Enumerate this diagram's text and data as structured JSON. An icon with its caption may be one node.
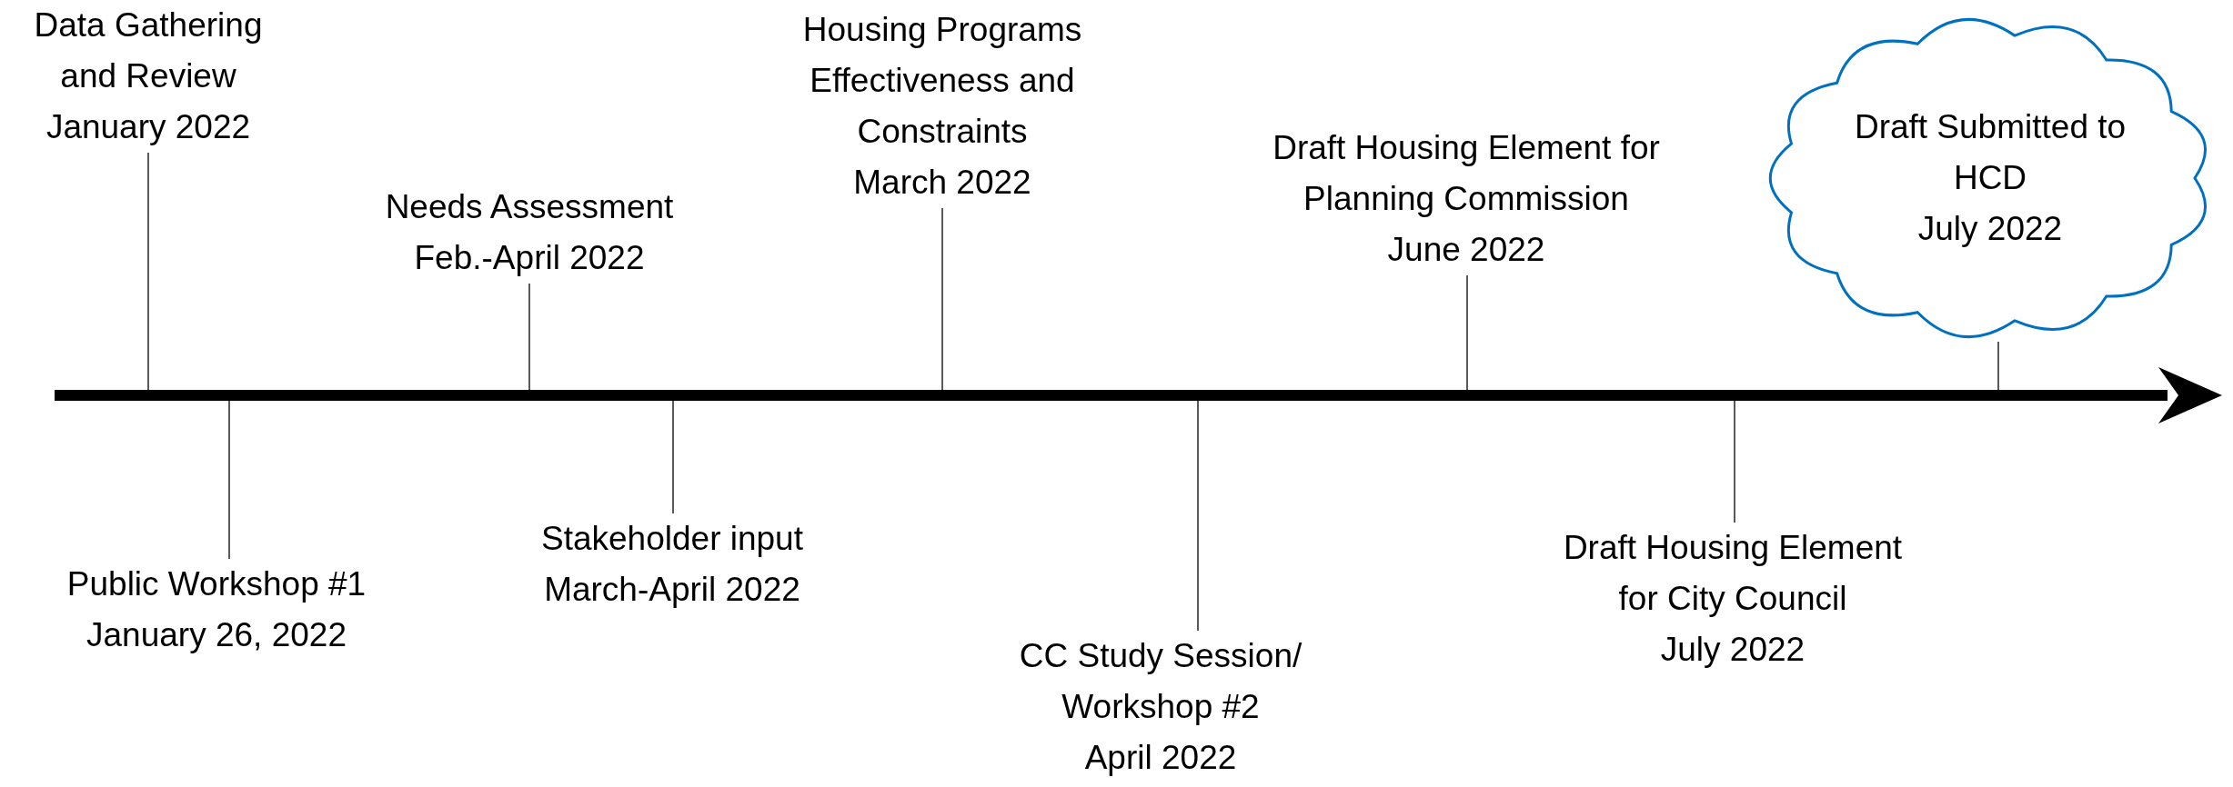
{
  "diagram": {
    "nodes": [
      {
        "text": [
          "Data Gathering and Review",
          "January 2022"
        ]
      },
      {
        "text": [
          "Public Workshop #1",
          "January 26, 2022"
        ]
      },
      {
        "text": [
          "Needs Assessment",
          "Feb.-April 2022"
        ]
      },
      {
        "text": [
          "Stakeholder input",
          "March-April 2022"
        ]
      },
      {
        "text": [
          "Housing Programs Effectiveness and Constraints",
          "March 2022"
        ]
      },
      {
        "text": [
          "CC Study Session/ Workshop #2",
          "April 2022"
        ]
      },
      {
        "text": [
          "Draft Housing Element for Planning Commission",
          "June 2022"
        ]
      },
      {
        "text": [
          "Draft Housing Element for City Council",
          "July 2022"
        ]
      },
      {
        "text": [
          "Draft Submitted to HCD",
          "July 2022"
        ]
      },
      {
        "text": [],
        "shape": "arrow"
      }
    ],
    "edges": [
      {
        "from": 0,
        "to": 9,
        "arrow": "none"
      },
      {
        "from": 1,
        "to": 9,
        "arrow": "none"
      },
      {
        "from": 2,
        "to": 9,
        "arrow": "none"
      },
      {
        "from": 3,
        "to": 9,
        "arrow": "none"
      },
      {
        "from": 4,
        "to": 9,
        "arrow": "none"
      },
      {
        "from": 5,
        "to": 9,
        "arrow": "none"
      },
      {
        "from": 6,
        "to": 9,
        "arrow": "none"
      },
      {
        "from": 7,
        "to": 9,
        "arrow": "none"
      },
      {
        "from": 8,
        "to": 9,
        "arrow": "none"
      }
    ]
  }
}
